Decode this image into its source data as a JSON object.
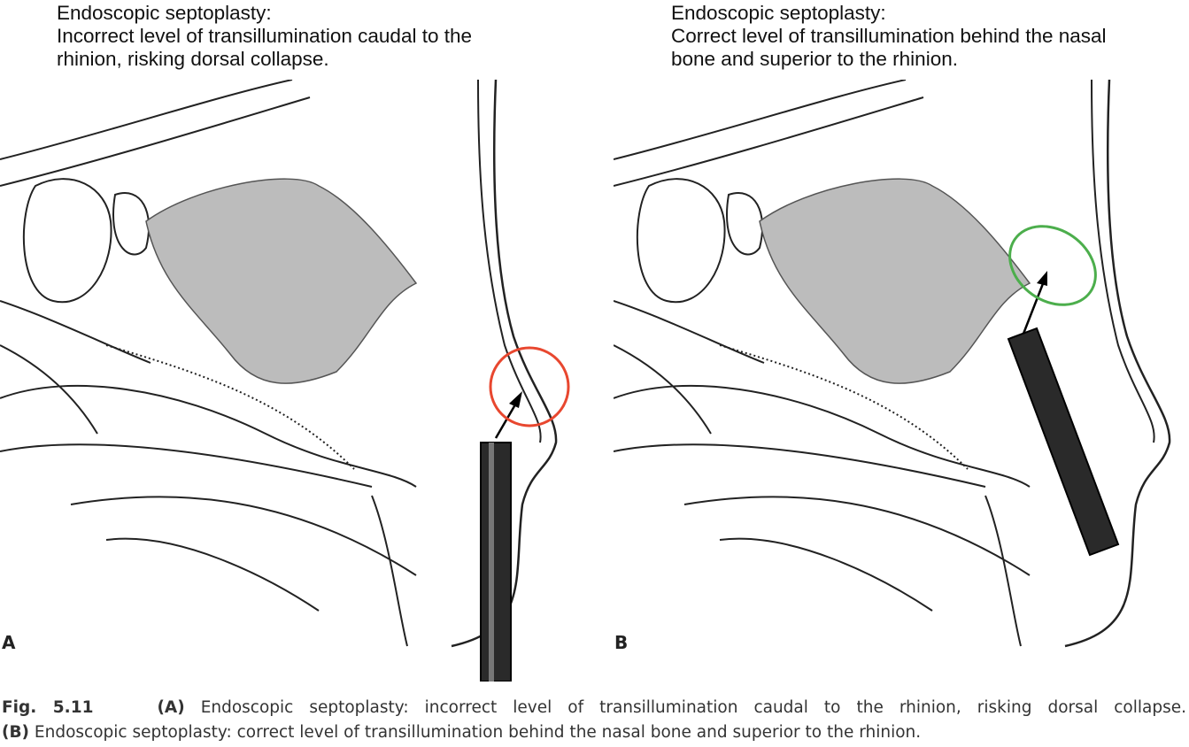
{
  "panels": [
    {
      "label": "A",
      "title_lines": [
        "Endoscopic septoplasty:",
        "Incorrect level of transillumination caudal to the",
        "rhinion, risking dorsal collapse."
      ],
      "marker_color": "#e8472f"
    },
    {
      "label": "B",
      "title_lines": [
        "Endoscopic septoplasty:",
        "Correct level of transillumination behind the nasal",
        "bone and superior to the rhinion."
      ],
      "marker_color": "#4cae4c"
    }
  ],
  "caption": {
    "fig": "Fig. 5.11",
    "a_tag": "(A)",
    "a_text": "Endoscopic septoplasty: incorrect level of transillumination caudal to the rhinion, risking dorsal collapse.",
    "b_tag": "(B)",
    "b_text": "Endoscopic septoplasty: correct level of transillumination behind the nasal bone and superior to the rhinion."
  }
}
